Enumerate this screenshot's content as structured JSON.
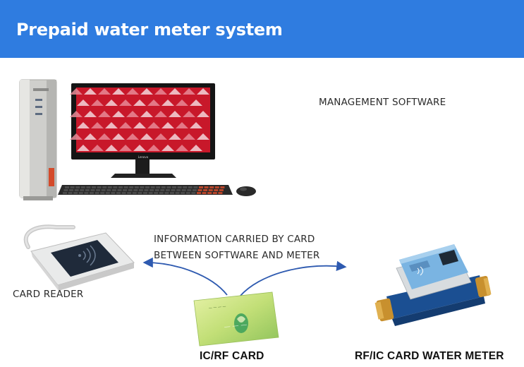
{
  "header": {
    "title": "Prepaid water meter system"
  },
  "computer": {
    "label": "MANAGEMENT SOFTWARE",
    "brand_text": "Lenovo",
    "colors": {
      "screen": "#c8182a",
      "tower": "#c9c9c6",
      "accent": "#d44a2a"
    }
  },
  "flow": {
    "line1": "INFORMATION CARRIED BY CARD",
    "line2": "BETWEEN SOFTWARE AND METER"
  },
  "card_reader": {
    "label": "CARD READER"
  },
  "card": {
    "label": "IC/RF    CARD",
    "colors": {
      "body": "#c6e07a",
      "logo": "#3aa05a"
    }
  },
  "meter": {
    "label": "RF/IC CARD WATER METER",
    "colors": {
      "body": "#1f5fa8",
      "brass": "#c8902e"
    }
  }
}
